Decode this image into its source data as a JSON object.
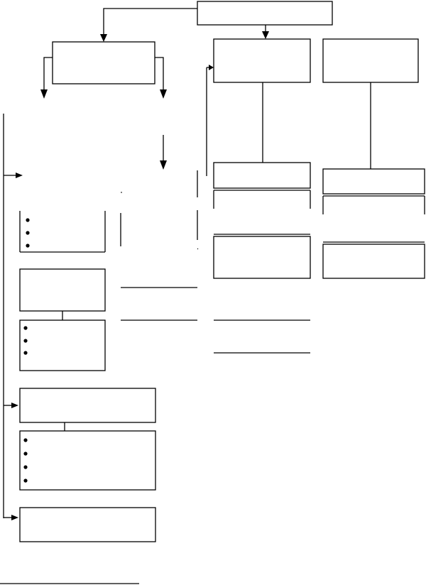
{
  "diagram": {
    "kind": "flowchart",
    "boxes": [
      {
        "id": "top",
        "text": ""
      },
      {
        "id": "left-parent",
        "text": ""
      },
      {
        "id": "mid-right",
        "text": ""
      },
      {
        "id": "far-right",
        "text": ""
      },
      {
        "id": "bullet-list-1",
        "bullets": 3
      },
      {
        "id": "plain-box-1",
        "text": ""
      },
      {
        "id": "bullet-list-2",
        "bullets": 3
      },
      {
        "id": "wide-box-1",
        "text": ""
      },
      {
        "id": "bullet-list-3",
        "bullets": 4
      },
      {
        "id": "wide-box-2",
        "text": ""
      },
      {
        "id": "mid-box-2",
        "text": ""
      },
      {
        "id": "mid-box-3",
        "text": ""
      },
      {
        "id": "right-box-2",
        "text": ""
      },
      {
        "id": "right-box-3",
        "text": ""
      }
    ],
    "footnote_rule": true
  }
}
